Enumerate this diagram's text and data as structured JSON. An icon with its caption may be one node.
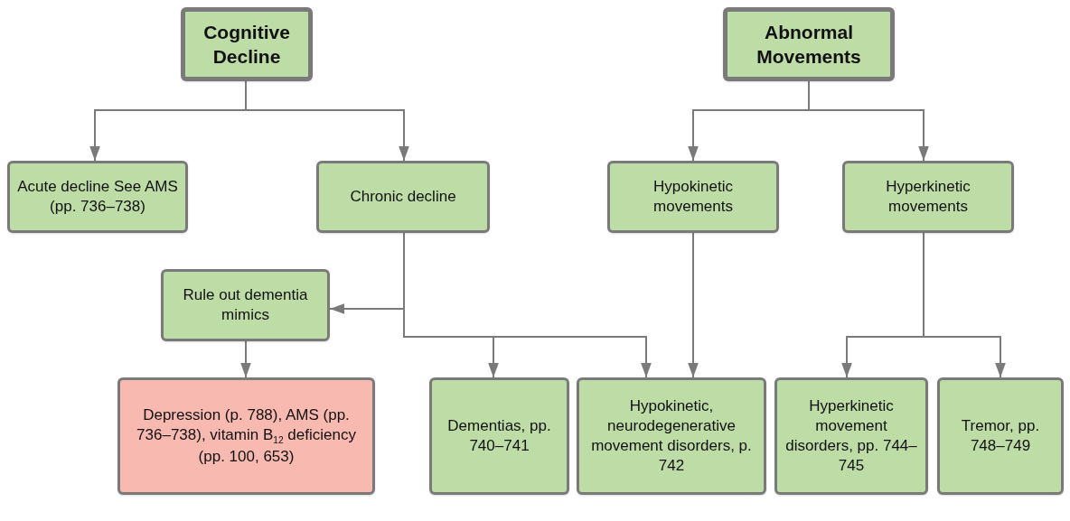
{
  "diagram": {
    "nodes": [
      {
        "text": [
          "Cognitive Decline"
        ]
      },
      {
        "text": [
          "Abnormal Movements"
        ]
      },
      {
        "text": [
          "Acute decline See AMS (pp. 736–738)"
        ]
      },
      {
        "text": [
          "Chronic decline"
        ]
      },
      {
        "text": [
          "Hypokinetic movements"
        ]
      },
      {
        "text": [
          "Hyperkinetic movements"
        ]
      },
      {
        "text": [
          "Rule out dementia mimics"
        ]
      },
      {
        "text": [
          "Depression (p. 788), AMS (pp. 736–738), vitamin B$_{12}$ deficiency (pp. 100, 653)"
        ]
      },
      {
        "text": [
          "Dementias, pp. 740–741"
        ]
      },
      {
        "text": [
          "Hypokinetic, neurodegenerative movement disorders, p. 742"
        ]
      },
      {
        "text": [
          "Hyperkinetic movement disorders, pp. 744–745"
        ]
      },
      {
        "text": [
          "Tremor, pp. 748–749"
        ]
      }
    ],
    "edges": [
      {
        "from": 0,
        "to": 2,
        "arrow": "to"
      },
      {
        "from": 0,
        "to": 3,
        "arrow": "to"
      },
      {
        "from": 1,
        "to": 4,
        "arrow": "to"
      },
      {
        "from": 1,
        "to": 5,
        "arrow": "to"
      },
      {
        "from": 3,
        "to": 6,
        "arrow": "to"
      },
      {
        "from": 3,
        "to": 8,
        "arrow": "to"
      },
      {
        "from": 3,
        "to": 9,
        "arrow": "to"
      },
      {
        "from": 6,
        "to": 7,
        "arrow": "to"
      },
      {
        "from": 4,
        "to": 9,
        "arrow": "to"
      },
      {
        "from": 5,
        "to": 10,
        "arrow": "to"
      },
      {
        "from": 5,
        "to": 11,
        "arrow": "to"
      }
    ]
  }
}
